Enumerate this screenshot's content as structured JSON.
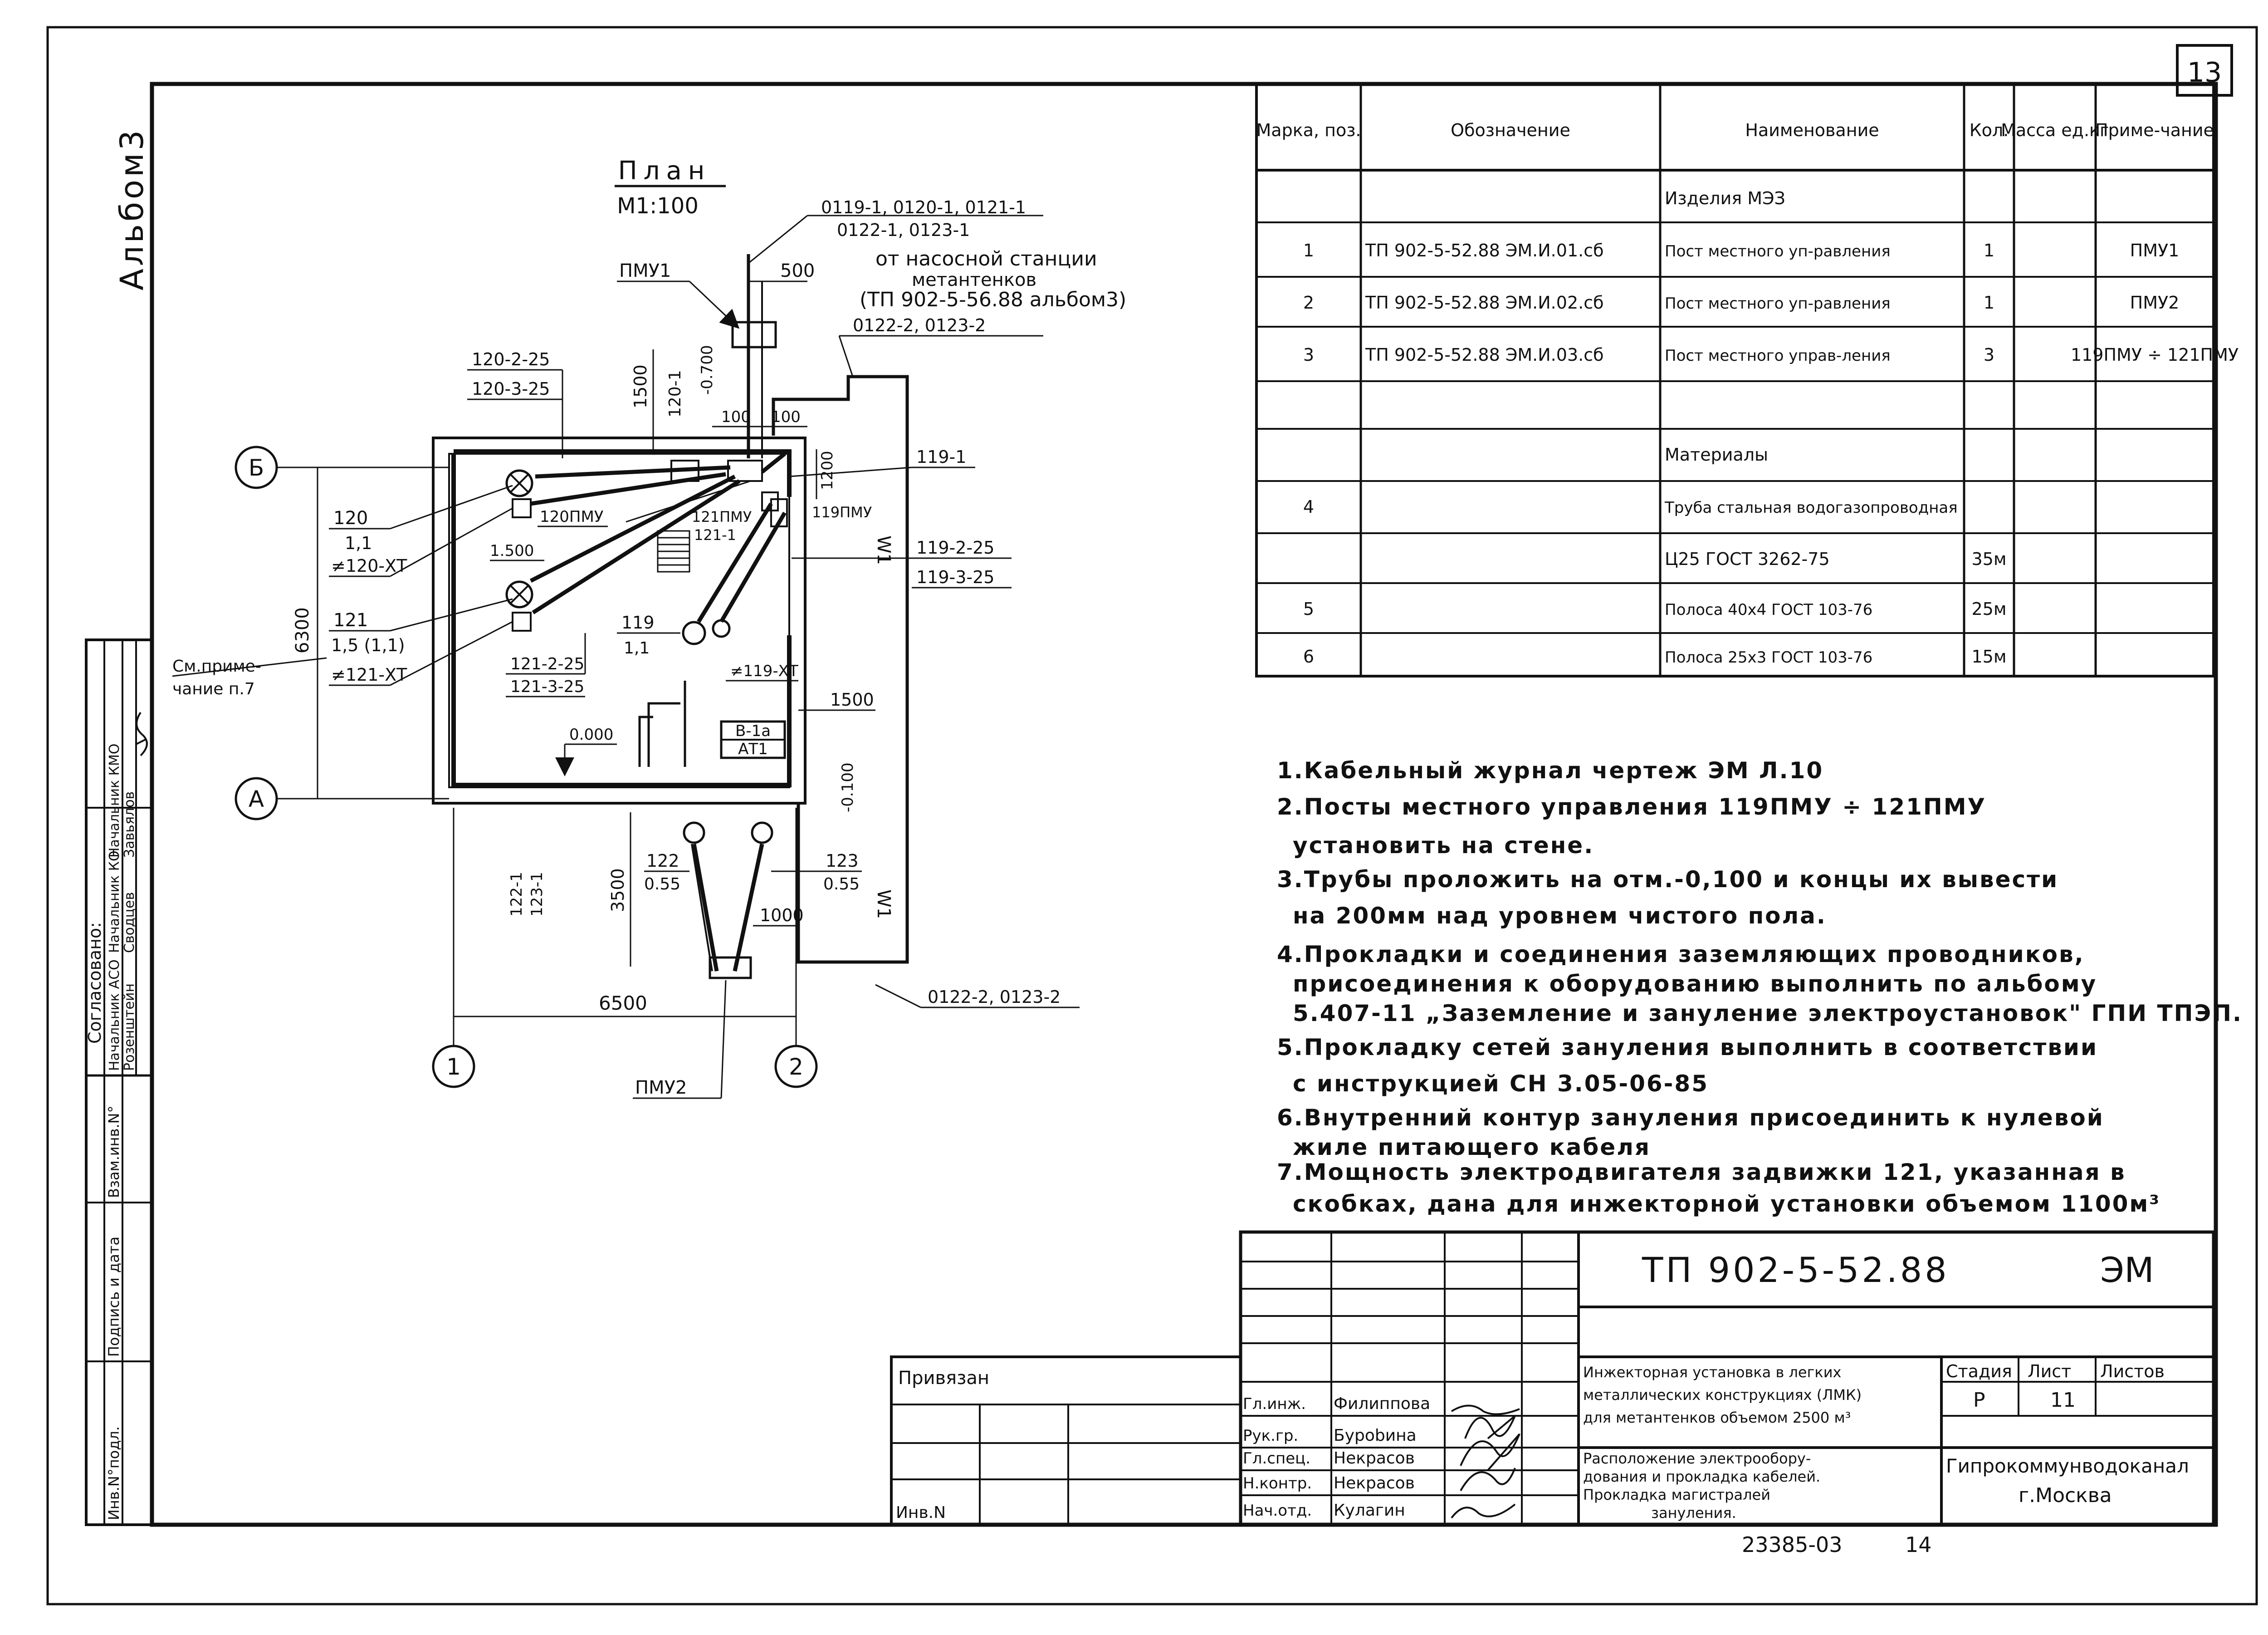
{
  "sheet_number": "13",
  "album_label": "Альбом3",
  "plan": {
    "title": "План",
    "scale": "М1:100",
    "labels": {
      "cables_top_1": "0119-1, 0120-1, 0121-1",
      "cables_top_2": "0122-1, 0123-1",
      "from_station_1": "от насосной станции",
      "from_station_2": "метантенков",
      "from_station_3": "(ТП 902-5-56.88 альбом3)",
      "cables_top_3": "0122-2, 0123-2",
      "pmu1": "ПМУ1",
      "dim_500": "500",
      "l120_225": "120-2-25",
      "l120_325": "120-3-25",
      "dim_1500_v": "1500",
      "l120_1": "120-1",
      "el_0700": "-0.700",
      "dim_100a": "100",
      "dim_100b": "100",
      "dim_1200": "1200",
      "l119_1": "119-1",
      "l119_pmu": "119ПМУ",
      "w1_top": "W1",
      "axis_b": "Б",
      "l120": "120",
      "l120_11": "1,1",
      "l120_xt": "≠120-ХТ",
      "l120pmu": "120ПМУ",
      "l121pmu": "121ПМУ",
      "l121_1": "121-1",
      "el_1500": "1.500",
      "l119_225": "119-2-25",
      "l119_325": "119-3-25",
      "dim_6300": "6300",
      "l121": "121",
      "l121_15": "1,5 (1,1)",
      "l121_xt": "≠121-ХТ",
      "see_note_1": "См.приме-",
      "see_note_2": "чание п.7",
      "l121_225": "121-2-25",
      "l121_325": "121-3-25",
      "l119": "119",
      "l119_11": "1,1",
      "l119_xt": "≠119-ХТ",
      "dim_1500_h": "1500",
      "box_b1a": "В-1а",
      "box_at1": "АТ1",
      "el_0000": "0.000",
      "el_0100": "-0.100",
      "axis_a": "А",
      "l122": "122",
      "l122_055": "0.55",
      "l123": "123",
      "l123_055": "0.55",
      "l122_1": "122-1",
      "l123_1": "123-1",
      "dim_3500": "3500",
      "dim_1000": "1000",
      "w1_bottom": "W1",
      "dim_6500": "6500",
      "cables_bottom": "0122-2, 0123-2",
      "pmu2": "ПМУ2",
      "axis_1": "1",
      "axis_2": "2"
    }
  },
  "spec_table": {
    "headers": [
      "Марка, поз.",
      "Обозначение",
      "Наименование",
      "Кол.",
      "Масса ед.кг",
      "Приме-чание"
    ],
    "rows": [
      {
        "pos": "",
        "code": "",
        "name": "Изделия  МЭЗ",
        "qty": "",
        "mass": "",
        "note": ""
      },
      {
        "pos": "1",
        "code": "ТП 902-5-52.88  ЭМ.И.01.сб",
        "name": "Пост местного уп-равления",
        "qty": "1",
        "mass": "",
        "note": "ПМУ1"
      },
      {
        "pos": "2",
        "code": "ТП 902-5-52.88  ЭМ.И.02.сб",
        "name": "Пост местного уп-равления",
        "qty": "1",
        "mass": "",
        "note": "ПМУ2"
      },
      {
        "pos": "3",
        "code": "ТП 902-5-52.88  ЭМ.И.03.сб",
        "name": "Пост местного управ-ления",
        "qty": "3",
        "mass": "",
        "note": "119ПМУ ÷ 121ПМУ"
      },
      {
        "pos": "",
        "code": "",
        "name": "",
        "qty": "",
        "mass": "",
        "note": ""
      },
      {
        "pos": "",
        "code": "",
        "name": "Материалы",
        "qty": "",
        "mass": "",
        "note": ""
      },
      {
        "pos": "4",
        "code": "",
        "name": "Труба стальная водогазопроводная",
        "qty": "",
        "mass": "",
        "note": ""
      },
      {
        "pos": "",
        "code": "",
        "name": "Ц25  ГОСТ 3262-75",
        "qty": "35м",
        "mass": "",
        "note": ""
      },
      {
        "pos": "5",
        "code": "",
        "name": "Полоса 40х4 ГОСТ 103-76",
        "qty": "25м",
        "mass": "",
        "note": ""
      },
      {
        "pos": "6",
        "code": "",
        "name": "Полоса 25х3 ГОСТ 103-76",
        "qty": "15м",
        "mass": "",
        "note": ""
      }
    ]
  },
  "notes": [
    "1.Кабельный журнал чертеж ЭМ Л.10",
    "2.Посты местного управления 119ПМУ ÷ 121ПМУ",
    "установить на стене.",
    "3.Трубы проложить на отм.-0,100 и концы их вывести",
    "на 200мм над уровнем чистого пола.",
    "4.Прокладки и соединения заземляющих проводников,",
    "присоединения к оборудованию выполнить по альбому",
    "5.407-11 „Заземление и зануление электроустановок\" ГПИ ТПЭП.",
    "5.Прокладку сетей зануления выполнить в соответствии",
    "с инструкцией СН 3.05-06-85",
    "6.Внутренний контур зануления присоединить к нулевой",
    "жиле питающего кабеля",
    "7.Мощность электродвигателя задвижки 121, указанная в",
    "скобках, дана для инжекторной установки объемом 1100м³"
  ],
  "title_block": {
    "doc_code": "ТП 902-5-52.88",
    "section": "ЭМ",
    "project": [
      "Инжекторная установка в легких",
      "металлических конструкциях (ЛМК)",
      "для метантенков объемом 2500 м³"
    ],
    "drawing_title": [
      "Расположение электрообору-",
      "дования и прокладка кабелей.",
      "Прокладка магистралей",
      "зануления."
    ],
    "stage_header": "Стадия",
    "sheet_header": "Лист",
    "sheets_header": "Листов",
    "stage": "Р",
    "sheet": "11",
    "organization": "Гипрокоммунводоканал",
    "city": "г.Москва",
    "roles": [
      {
        "role": "Гл.инж.",
        "name": "Филиппова"
      },
      {
        "role": "Рук.гр.",
        "name": "Бурobина"
      },
      {
        "role": "Гл.спец.",
        "name": "Некрасов"
      },
      {
        "role": "Н.контр.",
        "name": "Некрасов"
      },
      {
        "role": "Нач.отд.",
        "name": "Кулагин"
      }
    ],
    "linked": "Привязан",
    "inv_no": "Инв.N",
    "archive_no": "23385-03",
    "archive_page": "14"
  },
  "side_block": {
    "agreed": "Согласовано:",
    "positions": [
      "Начальник АСО",
      "Начальник КО",
      "Начальник КМО"
    ],
    "names": [
      "Розенштейн",
      "Сводцев",
      "Завьялов"
    ],
    "inv_replace": "Взам.инв.N°",
    "sign_date": "Подпись и дата",
    "inv_orig": "Инв.N°подл."
  }
}
